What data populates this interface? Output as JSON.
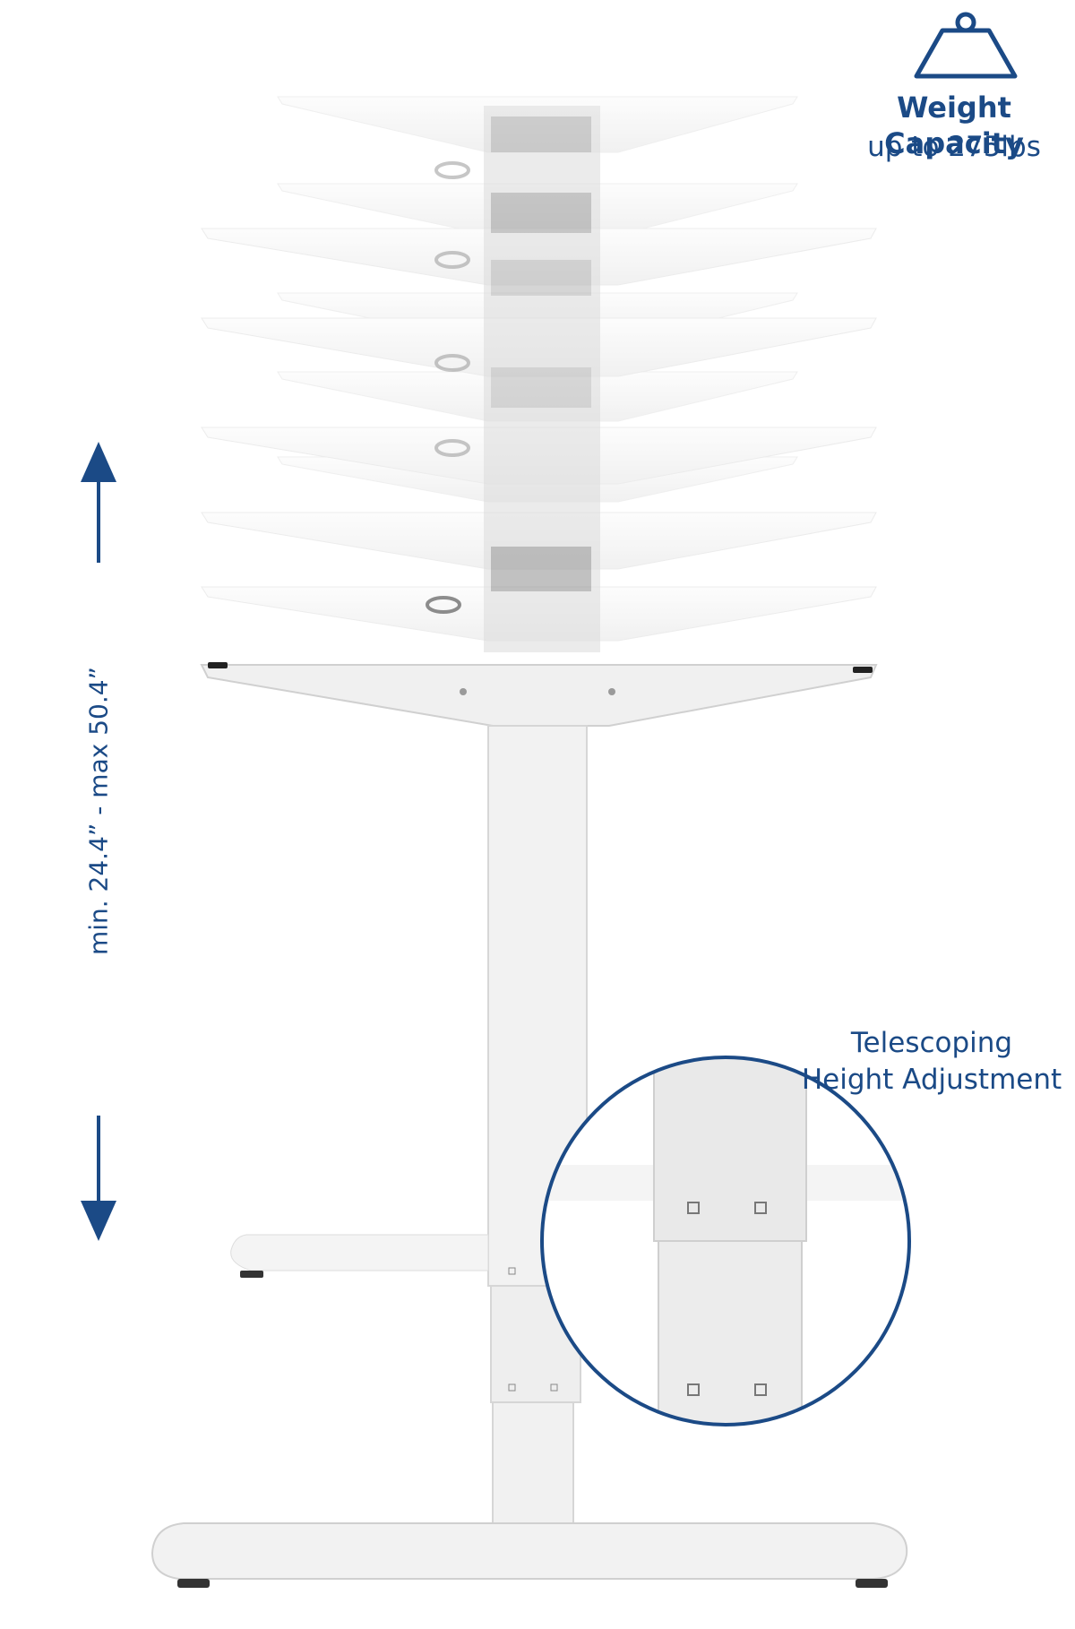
{
  "weight_capacity": {
    "title": "Weight Capacity",
    "subtitle": "up to 275lbs",
    "icon": "weight-icon"
  },
  "height_range": {
    "text": "min. 24.4” - max 50.4”",
    "icons": [
      "arrow-up-icon",
      "arrow-down-icon"
    ]
  },
  "telescoping": {
    "line1": "Telescoping",
    "line2": "Height Adjustment"
  },
  "colors": {
    "accent": "#1b4a86",
    "frame": "#f2f2f2",
    "shade": "#d8d8d8"
  }
}
